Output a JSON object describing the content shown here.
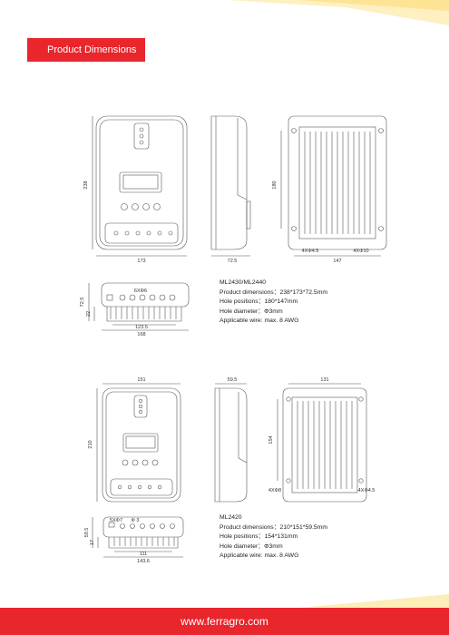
{
  "header": {
    "title": "Product Dimensions"
  },
  "colors": {
    "accent": "#e8262c",
    "deco": "#fde9a6"
  },
  "top_drawing": {
    "front_width": "173",
    "front_height": "238",
    "side_depth": "72.5",
    "back_hole_height": "180",
    "back_hole_width": "147",
    "back_hole_left": "4XΦ4.5",
    "back_hole_right": "4XΦ10",
    "bottom_depth": "72.5",
    "bottom_small": "22",
    "bottom_width_inner": "123.5",
    "bottom_width": "168",
    "bottom_label": "6XΦ6"
  },
  "top_specs": {
    "model": "ML2430/ML2440",
    "dimensions": "Product dimensions：238*173*72.5mm",
    "holes": "Hole positions：180*147mm",
    "diameter": "Hole diameter：Φ3mm",
    "wire": "Applicable wire: max. 8 AWG"
  },
  "bottom_drawing": {
    "front_width": "151",
    "front_height": "210",
    "side_depth": "59.5",
    "back_hole_width": "131",
    "back_hole_height": "154",
    "back_hole_left": "4XΦ8",
    "back_hole_right": "4XΦ4.5",
    "bottom_depth": "59.5",
    "bottom_small": "17",
    "bottom_width_inner": "111",
    "bottom_width": "143.6",
    "bottom_label_a": "5XΦ7",
    "bottom_label_b": "Φ 3"
  },
  "bottom_specs": {
    "model": "ML2420",
    "dimensions": "Product dimensions：210*151*59.5mm",
    "holes": "Hole positions：154*131mm",
    "diameter": "Hole diameter：Φ3mm",
    "wire": "Applicable wire: max. 8 AWG"
  },
  "footer": {
    "url": "www.ferragro.com"
  }
}
